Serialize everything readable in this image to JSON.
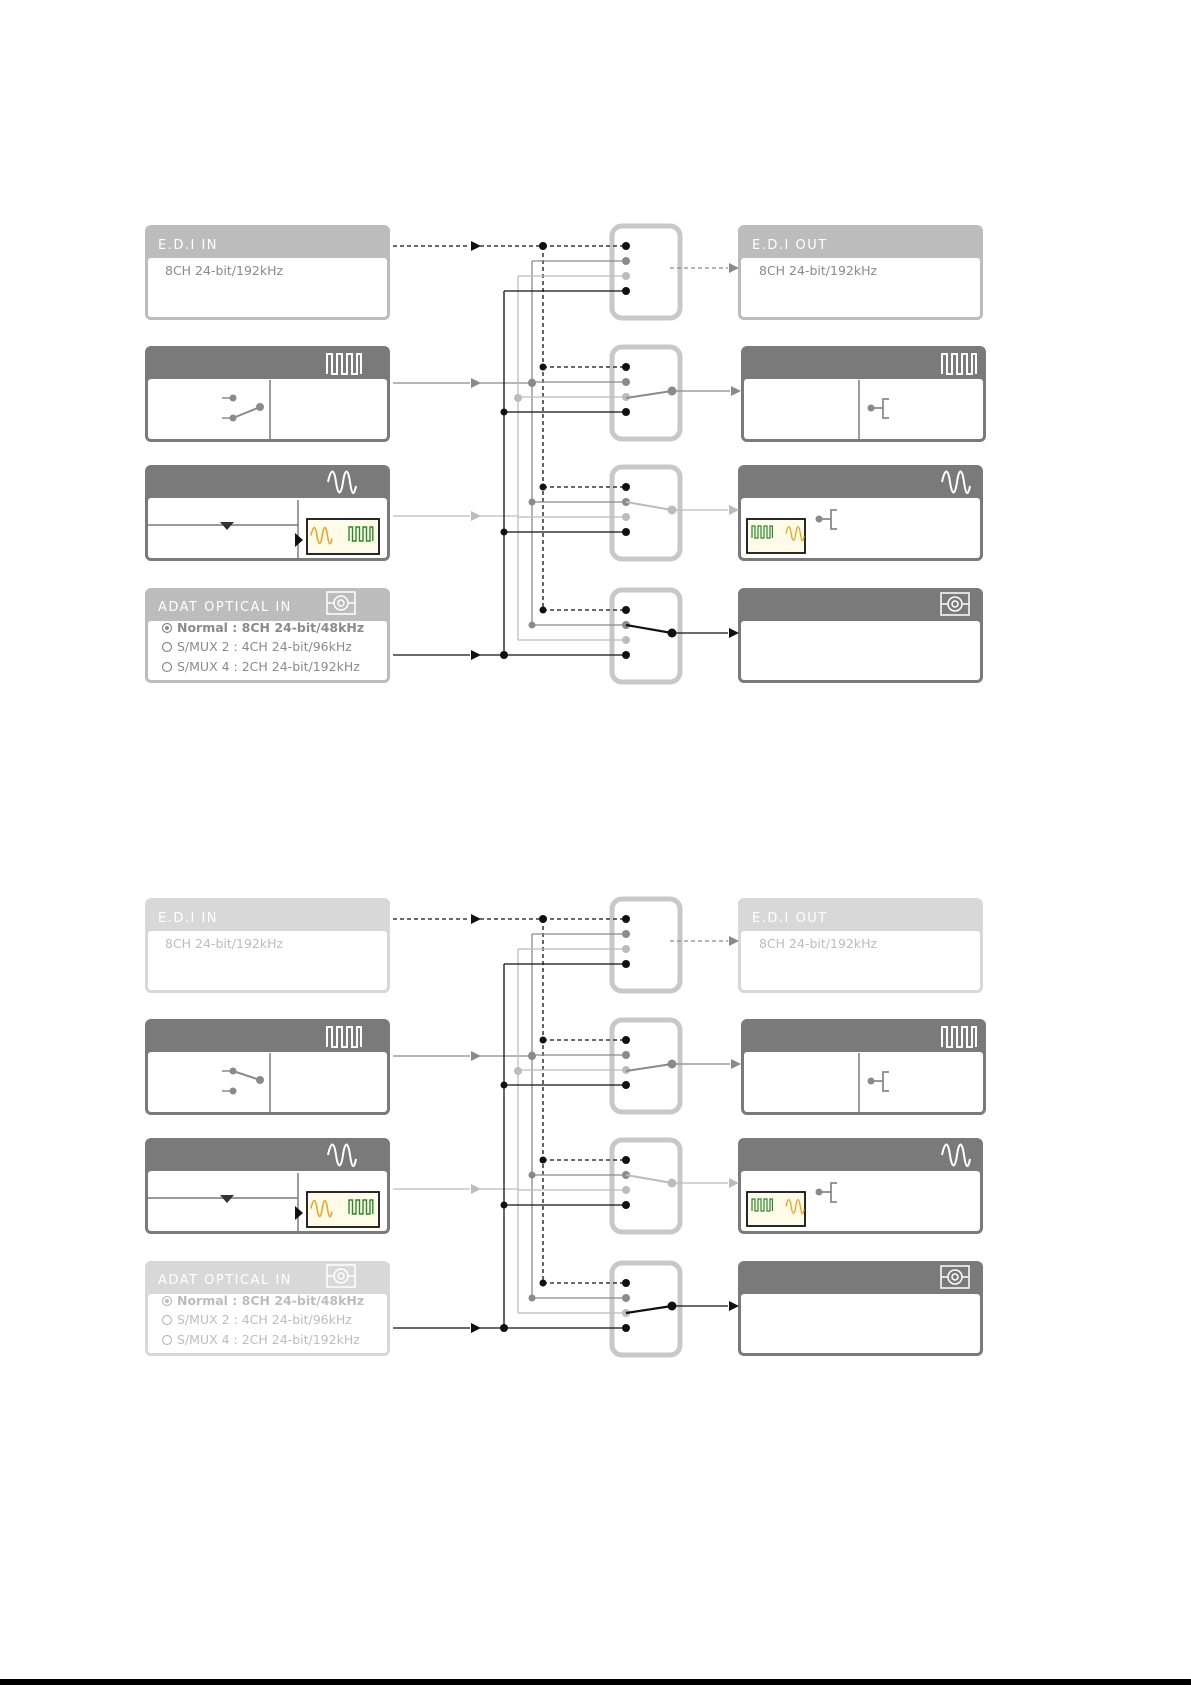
{
  "colors": {
    "dark": "#7a7a7a",
    "mid": "#8a8a8a",
    "light": "#bcbcbc",
    "faint": "#d8d8d8",
    "wire_black": "#111111",
    "wave_orange": "#f0a020",
    "wave_green": "#2a8a2a"
  },
  "edi_in": {
    "title": "E.D.I IN",
    "spec": "8CH 24-bit/192kHz"
  },
  "edi_out": {
    "title": "E.D.I OUT",
    "spec": "8CH 24-bit/192kHz"
  },
  "adat_in": {
    "title": "ADAT OPTICAL IN",
    "options": [
      {
        "label": "Normal : 8CH 24-bit/48kHz",
        "selected": true
      },
      {
        "label": "S/MUX 2 : 4CH 24-bit/96kHz",
        "selected": false
      },
      {
        "label": "S/MUX 4 : 2CH 24-bit/192kHz",
        "selected": false
      }
    ]
  },
  "icons": [
    "square-wave-icon",
    "sine-wave-icon",
    "optical-connector-icon",
    "switch-icon",
    "output-jack-icon"
  ],
  "diagrams": [
    {
      "id": "top",
      "edi_active": true,
      "adat_in_active": true,
      "adat_out_source": "adat"
    },
    {
      "id": "bottom",
      "edi_active": false,
      "adat_in_active": false,
      "adat_out_source": "digital-coax"
    }
  ]
}
